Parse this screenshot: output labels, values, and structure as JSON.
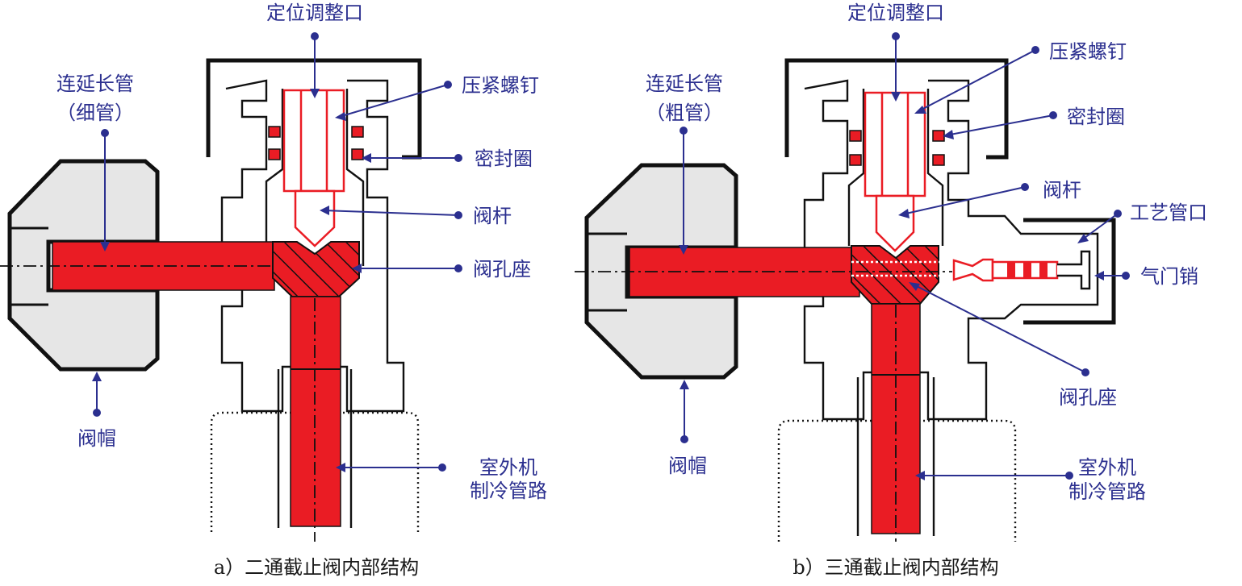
{
  "left_diagram": {
    "labels": {
      "positioning_port": "定位调整口",
      "extension_pipe_line1": "连延长管",
      "extension_pipe_line2": "（细管）",
      "compression_screw": "压紧螺钉",
      "seal_ring": "密封圈",
      "valve_stem": "阀杆",
      "valve_seat": "阀孔座",
      "valve_cap": "阀帽",
      "outdoor_pipe_line1": "室外机",
      "outdoor_pipe_line2": "制冷管路"
    },
    "caption": "a）二通截止阀内部结构"
  },
  "right_diagram": {
    "labels": {
      "positioning_port": "定位调整口",
      "extension_pipe_line1": "连延长管",
      "extension_pipe_line2": "（粗管）",
      "compression_screw": "压紧螺钉",
      "seal_ring": "密封圈",
      "valve_stem": "阀杆",
      "process_port": "工艺管口",
      "valve_pin": "气门销",
      "valve_seat": "阀孔座",
      "valve_cap": "阀帽",
      "outdoor_pipe_line1": "室外机",
      "outdoor_pipe_line2": "制冷管路"
    },
    "caption": "b）三通截止阀内部结构"
  },
  "colors": {
    "refrigerant_red": "#ea1c24",
    "label_blue": "#2b2f8f",
    "nut_gray": "#e6e6e6"
  }
}
